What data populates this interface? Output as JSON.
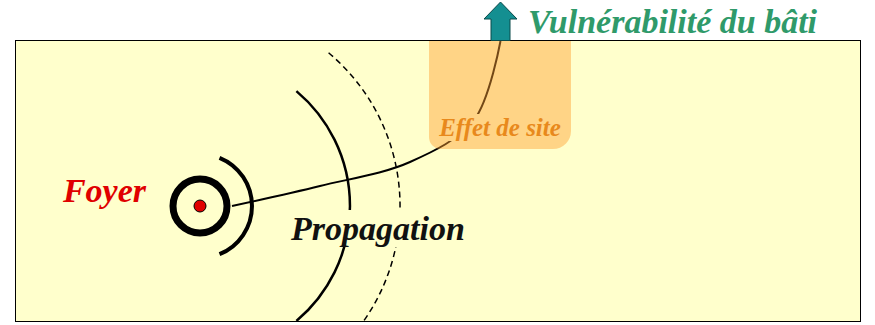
{
  "diagram": {
    "nodes": [
      {
        "text": [
          "Foyer"
        ]
      },
      {
        "text": [
          "Effet de site"
        ]
      },
      {
        "text": [
          "Vulnérabilité du bâti"
        ]
      }
    ],
    "edges": [
      {
        "from": 0,
        "to": 2,
        "arrow": "none",
        "label": "Propagation"
      }
    ]
  }
}
